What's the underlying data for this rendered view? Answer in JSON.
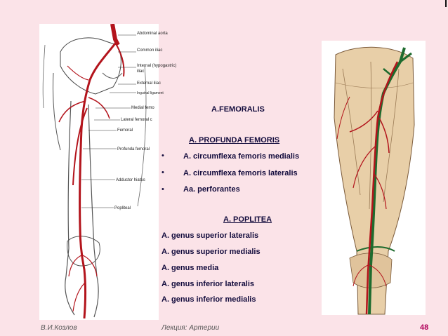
{
  "left_figure": {
    "labels": [
      "Abdominal aorta",
      "Common iliac",
      "Internal (hypogastric)",
      "iliac",
      "External iliac",
      "Inguinal ligament",
      "Medial femo",
      "Lateral femoral c",
      "Femoral",
      "Profunda femoral",
      "Adductor hiatus",
      "Popliteal"
    ]
  },
  "heading": "A.FEMORALIS",
  "profunda": {
    "title": "A. PROFUNDA FEMORIS",
    "items": [
      "A. circumflexa femoris medialis",
      "A. circumflexa femoris lateralis",
      "Aa. perforantes"
    ],
    "bullet": "•"
  },
  "poplitea": {
    "title": "A. POPLITEA",
    "items": [
      "A. genus superior lateralis",
      "A. genus superior medialis",
      "A. genus media",
      "A. genus inferior lateralis",
      "A. genus inferior medialis"
    ]
  },
  "footer": {
    "author": "В.И.Козлов",
    "lecture": "Лекция: Артерии",
    "page": "48"
  },
  "colors": {
    "background": "#fbe3e8",
    "text": "#120b3c",
    "artery": "#b3141c",
    "vein": "#1e6b2e",
    "page_number": "#b0005a"
  }
}
